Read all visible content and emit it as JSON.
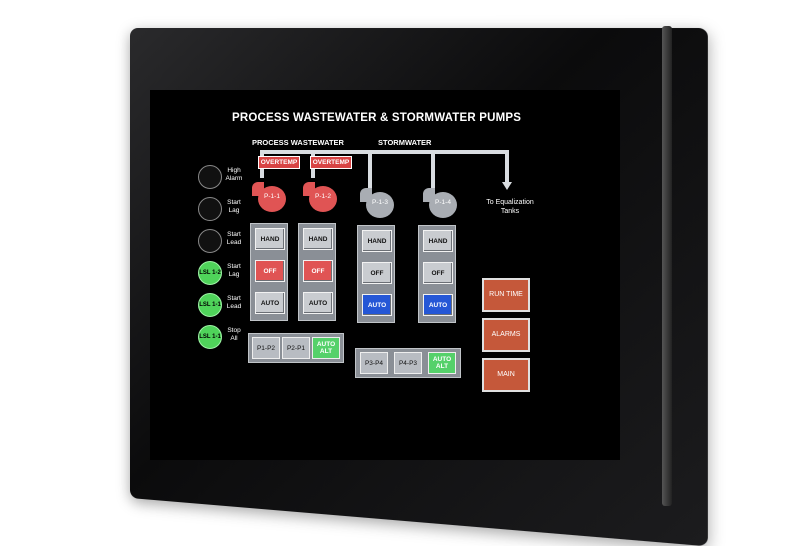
{
  "screen": {
    "title": "PROCESS WASTEWATER & STORMWATER PUMPS",
    "section_process": "PROCESS WASTEWATER",
    "section_storm": "STORMWATER",
    "destination": "To Equalization Tanks"
  },
  "indicators": [
    {
      "lamp": "",
      "label": "High Alarm",
      "color": "off"
    },
    {
      "lamp": "",
      "label": "Start Lag",
      "color": "off"
    },
    {
      "lamp": "",
      "label": "Start Lead",
      "color": "off"
    },
    {
      "lamp": "LSL 1-2",
      "label": "Start Lag",
      "color": "green"
    },
    {
      "lamp": "LSL 1-1",
      "label": "Start Lead",
      "color": "green"
    },
    {
      "lamp": "LSL 1-1",
      "label": "Stop All",
      "color": "green"
    }
  ],
  "overtemp_label": "OVERTEMP",
  "pumps": [
    {
      "id": "P-1-1",
      "status_color": "#e05454"
    },
    {
      "id": "P-1-2",
      "status_color": "#e05454"
    },
    {
      "id": "P-1-3",
      "status_color": "#a9adb3"
    },
    {
      "id": "P-1-4",
      "status_color": "#a9adb3"
    }
  ],
  "mode_buttons": {
    "hand": "HAND",
    "off": "OFF",
    "auto": "AUTO"
  },
  "alternation": {
    "group1": [
      "P1-P2",
      "P2-P1",
      "AUTO ALT"
    ],
    "group2": [
      "P3-P4",
      "P4-P3",
      "AUTO ALT"
    ]
  },
  "nav": {
    "run_time": "RUN TIME",
    "alarms": "ALARMS",
    "main": "MAIN"
  },
  "colors": {
    "accent_red": "#d84444",
    "active_blue": "#2557d6",
    "active_green": "#55d16a",
    "nav_orange": "#c5583a"
  }
}
